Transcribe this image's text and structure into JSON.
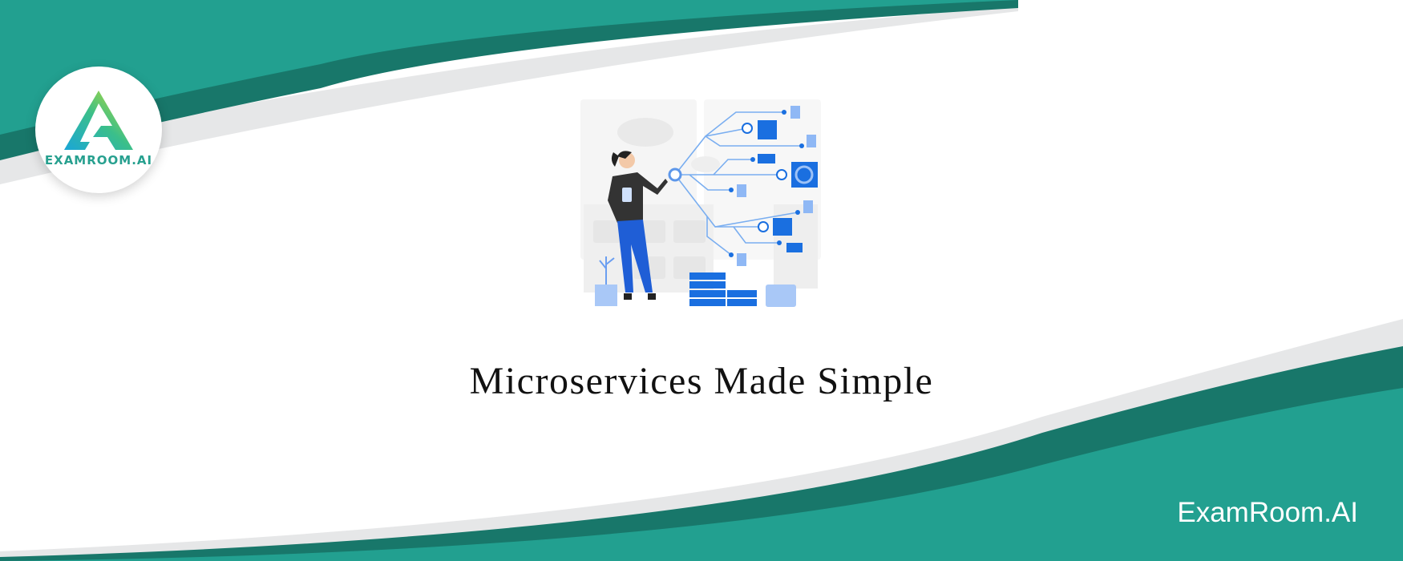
{
  "brand": {
    "logo_text": "EXAMROOM.AI",
    "footer_text": "ExamRoom.AI",
    "colors": {
      "teal": "#22a090",
      "dark_teal": "#18776a",
      "gray": "#e6e7e8",
      "illustration_blue": "#1a6fe0"
    }
  },
  "banner": {
    "title": "Microservices Made Simple",
    "illustration": "woman-with-tablet-microservices-network-icon"
  }
}
